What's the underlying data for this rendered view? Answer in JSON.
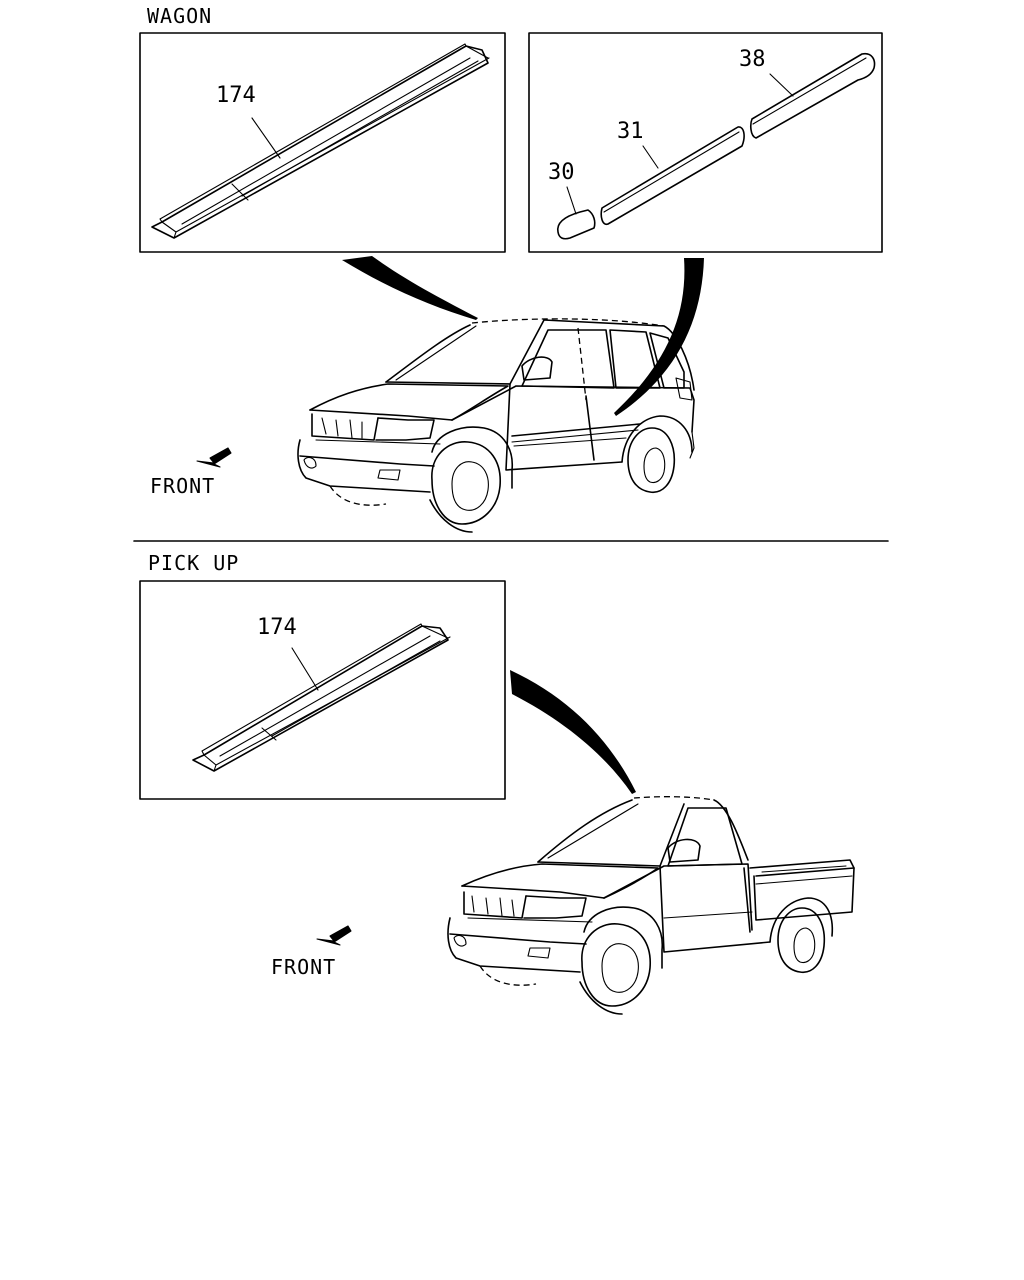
{
  "sections": {
    "wagon": {
      "title": "WAGON",
      "callouts": {
        "sill_left": "174",
        "moulding_rear": "38",
        "moulding_front": "31",
        "end_cap": "30"
      },
      "front_label": "FRONT"
    },
    "pickup": {
      "title": "PICK UP",
      "callouts": {
        "sill": "174"
      },
      "front_label": "FRONT"
    }
  },
  "colors": {
    "line": "#000000",
    "background": "#ffffff"
  }
}
